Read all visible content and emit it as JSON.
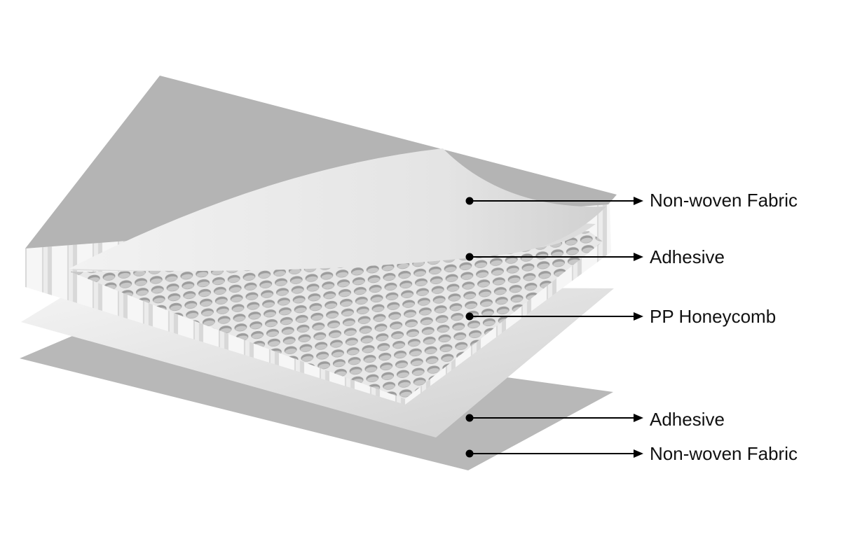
{
  "title": "PP Honeycomb Panel Layer Structure",
  "layers": [
    {
      "label": "Non-woven Fabric"
    },
    {
      "label": "Adhesive"
    },
    {
      "label": "PP Honeycomb"
    },
    {
      "label": "Adhesive"
    },
    {
      "label": "Non-woven Fabric"
    }
  ],
  "colors": {
    "fabric": "#b4b4b4",
    "adhesive": "#e6e6e6",
    "honeycomb": "#f2f2f2",
    "cell": "#9a9a9a",
    "leader": "#000000"
  }
}
